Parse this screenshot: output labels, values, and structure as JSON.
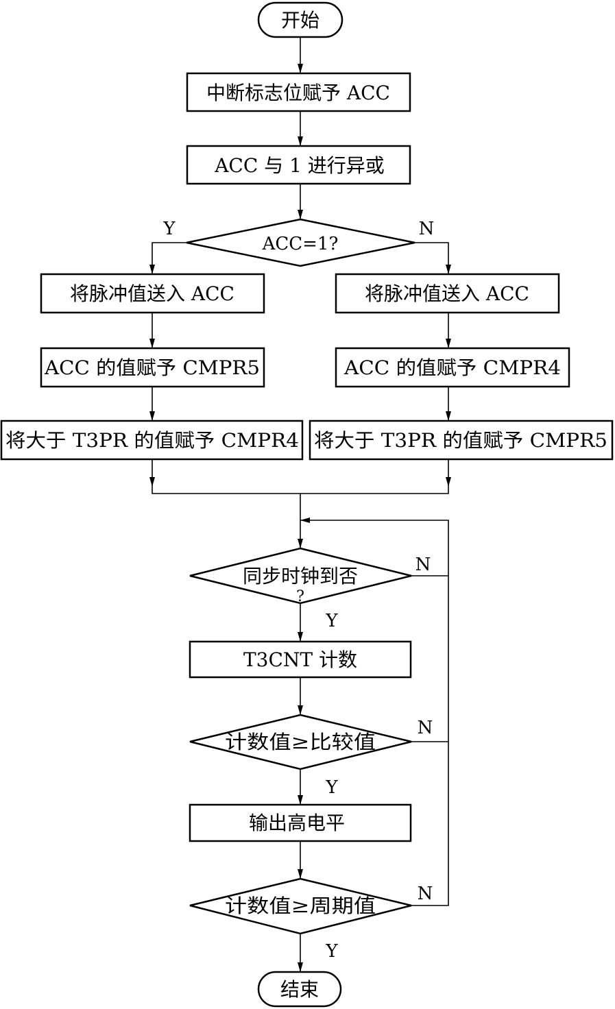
{
  "nodes": {
    "start": "开始",
    "step1": "中断标志位赋予 ACC",
    "step2": "ACC 与 1 进行异或",
    "decision_acc": "ACC=1?",
    "left_step1": "将脉冲值送入 ACC",
    "left_step2": "ACC 的值赋予 CMPR5",
    "left_step3": "将大于 T3PR 的值赋予 CMPR4",
    "right_step1": "将脉冲值送入 ACC",
    "right_step2": "ACC 的值赋予 CMPR4",
    "right_step3": "将大于 T3PR 的值赋予 CMPR5",
    "decision_sync_line1": "同步时钟到否",
    "decision_sync_line2": "?",
    "count_step": "T3CNT 计数",
    "decision_compare": "计数值≥比较值",
    "output_step": "输出高电平",
    "decision_period": "计数值≥周期值",
    "end": "结束"
  },
  "edge_labels": {
    "acc_yes": "Y",
    "acc_no": "N",
    "sync_yes": "Y",
    "sync_no": "N",
    "compare_yes": "Y",
    "compare_no": "N",
    "period_yes": "Y",
    "period_no": "N"
  }
}
